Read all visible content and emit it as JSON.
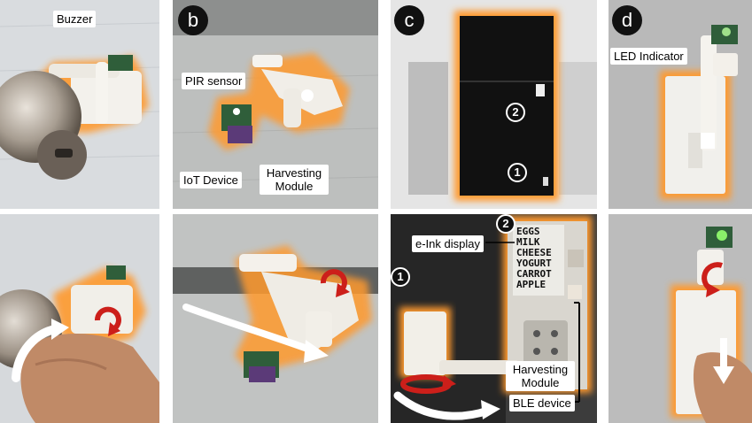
{
  "panels": {
    "a": {
      "callouts": {
        "buzzer": "Buzzer"
      }
    },
    "b": {
      "badge": "b",
      "callouts": {
        "pir_sensor": "PIR sensor",
        "iot_device": "IoT Device",
        "harvesting_module": "Harvesting Module"
      }
    },
    "c": {
      "badge": "c",
      "markers": {
        "one": "1",
        "two": "2"
      },
      "callouts": {
        "eink_display": "e-Ink display",
        "harvesting_module": "Harvesting Module",
        "ble_device": "BLE device"
      },
      "list": [
        "EGGS",
        "MILK",
        "CHEESE",
        "YOGURT",
        "CARROT",
        "APPLE"
      ]
    },
    "d": {
      "badge": "d",
      "callouts": {
        "led_indicator": "LED Indicator"
      }
    }
  },
  "colors": {
    "glow": "#ff9a2e",
    "arrow_red": "#cc1f1a",
    "arrow_white": "#ffffff",
    "pcb_green": "#2f5e3a",
    "module_purple": "#5b3a78"
  }
}
